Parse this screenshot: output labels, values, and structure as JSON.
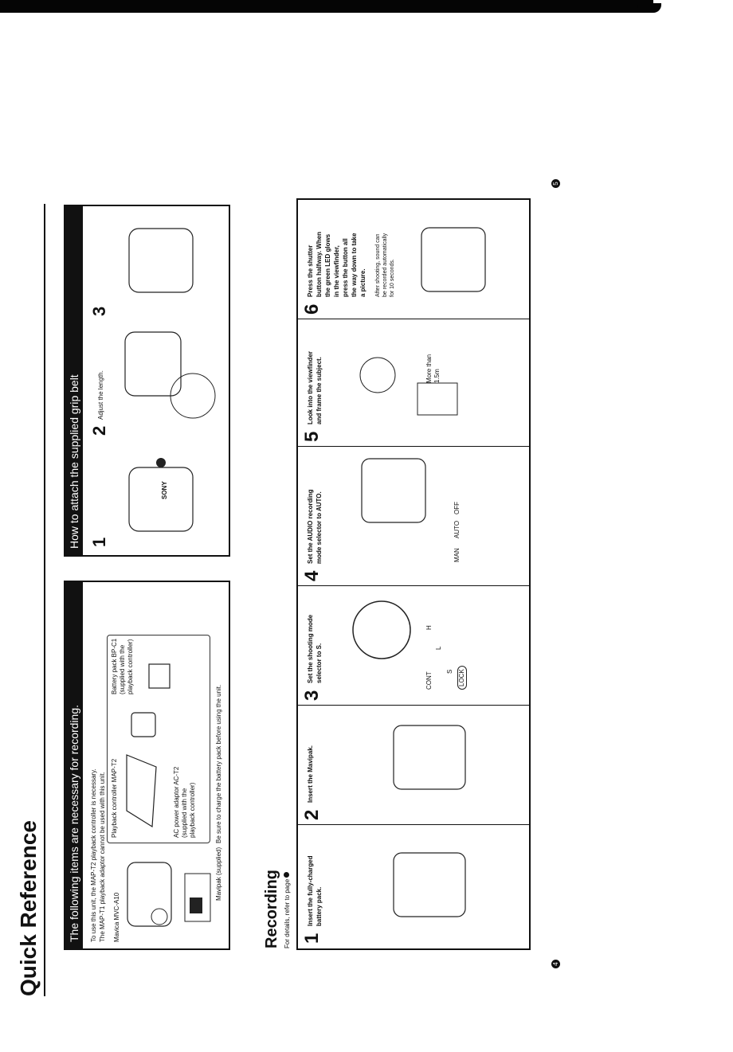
{
  "page": {
    "title": "Quick Reference",
    "page_left": "4",
    "page_right": "5"
  },
  "items_box": {
    "header": "The following items are necessary for recording.",
    "text_line1": "To use this unit, the MAP-T2 playback controller is necessary.",
    "text_line2": "The MAP-T1 playback adaptor cannot be used with this unit.",
    "mavica_label": "Mavica MVC-A10",
    "mavipak_label": "Mavipak (supplied)",
    "controller_label": "Playback controller MAP-T2",
    "adaptor_label1": "AC power adaptor AC-T2",
    "adaptor_label2": "(supplied with the",
    "adaptor_label3": "playback controller)",
    "battery_label1": "Battery pack BP-C1",
    "battery_label2": "(supplied with the",
    "battery_label3": "playback controller)",
    "footnote": "Be sure to charge the battery pack before using the unit."
  },
  "grip_box": {
    "header": "How to attach the supplied grip belt",
    "step1_num": "1",
    "step2_num": "2",
    "step2_text": "Adjust the length.",
    "step3_num": "3",
    "logo": "SONY"
  },
  "recording": {
    "title": "Recording",
    "subtitle": "For details, refer to page",
    "steps": [
      {
        "num": "1",
        "text1": "Insert the fully-charged",
        "text2": "battery pack."
      },
      {
        "num": "2",
        "text1": "Insert the Mavipak.",
        "text2": ""
      },
      {
        "num": "3",
        "text1": "Set the shooting mode",
        "text2": "selector to S."
      },
      {
        "num": "4",
        "text1": "Set the AUDIO recording",
        "text2": "mode selector to AUTO."
      },
      {
        "num": "5",
        "text1": "Look into the viewfinder",
        "text2": "and frame the subject."
      },
      {
        "num": "6",
        "text1": "Press the shutter",
        "text2": "button halfway. When",
        "text3": "the green LED glows",
        "text4": "in the viewfinder,",
        "text5": "press the button all",
        "text6": "the way down to take",
        "text7": "a picture.",
        "note1": "After shooting, sound can",
        "note2": "be recorded automatically",
        "note3": "for 10 seconds."
      }
    ],
    "mode_cont": "CONT",
    "mode_h": "H",
    "mode_l": "L",
    "mode_s": "S",
    "mode_lock": "LOCK",
    "audio_man": "MAN",
    "audio_auto": "AUTO",
    "audio_off": "OFF",
    "distance1": "More than",
    "distance2": "1.5m"
  }
}
